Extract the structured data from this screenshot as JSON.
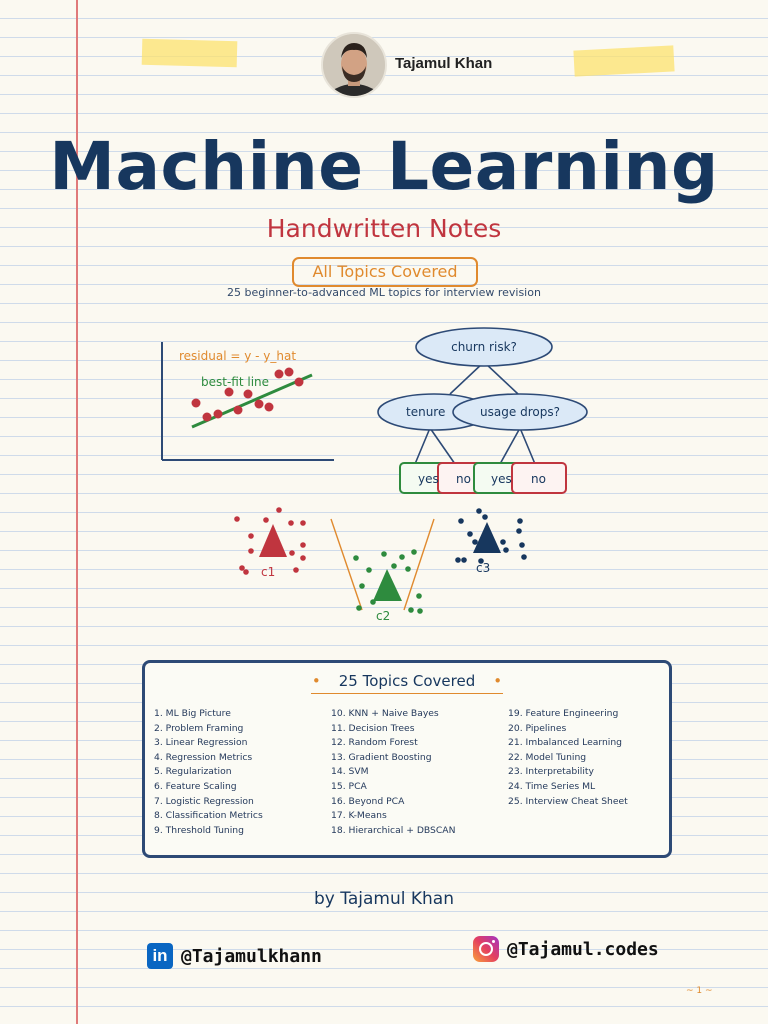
{
  "author": {
    "name": "Tajamul Khan"
  },
  "header": {
    "title": "Machine Learning",
    "subtitle": "Handwritten Notes",
    "badge": "All Topics Covered",
    "tagline": "25 beginner-to-advanced ML topics for interview revision"
  },
  "sketches": {
    "regression": {
      "residual": "residual = y - y_hat",
      "fit": "best-fit line"
    },
    "tree": {
      "root": "churn risk?",
      "left": "tenure",
      "right": "usage drops?",
      "leaves": [
        "yes",
        "no",
        "yes",
        "no"
      ]
    },
    "clusters": [
      "c1",
      "c2",
      "c3"
    ]
  },
  "topics": {
    "title": "25 Topics Covered",
    "col1": [
      "1. ML Big Picture",
      "2. Problem Framing",
      "3. Linear Regression",
      "4. Regression Metrics",
      "5. Regularization",
      "6. Feature Scaling",
      "7. Logistic Regression",
      "8. Classification Metrics",
      "9. Threshold Tuning"
    ],
    "col2": [
      "10. KNN + Naive Bayes",
      "11. Decision Trees",
      "12. Random Forest",
      "13. Gradient Boosting",
      "14. SVM",
      "15. PCA",
      "16. Beyond PCA",
      "17. K-Means",
      "18. Hierarchical + DBSCAN"
    ],
    "col3": [
      "19. Feature Engineering",
      "20. Pipelines",
      "21. Imbalanced Learning",
      "22. Model Tuning",
      "23. Interpretability",
      "24. Time Series ML",
      "25. Interview Cheat Sheet"
    ]
  },
  "footer": {
    "byline": "by Tajamul Khan",
    "linkedin": "@Tajamulkhann",
    "instagram": "@Tajamul.codes",
    "page": "~ 1 ~"
  },
  "colors": {
    "navy": "#17375e",
    "red": "#c0353f",
    "orange": "#e08a2e",
    "green": "#2e8b3e",
    "margin": "#e07a7a"
  }
}
